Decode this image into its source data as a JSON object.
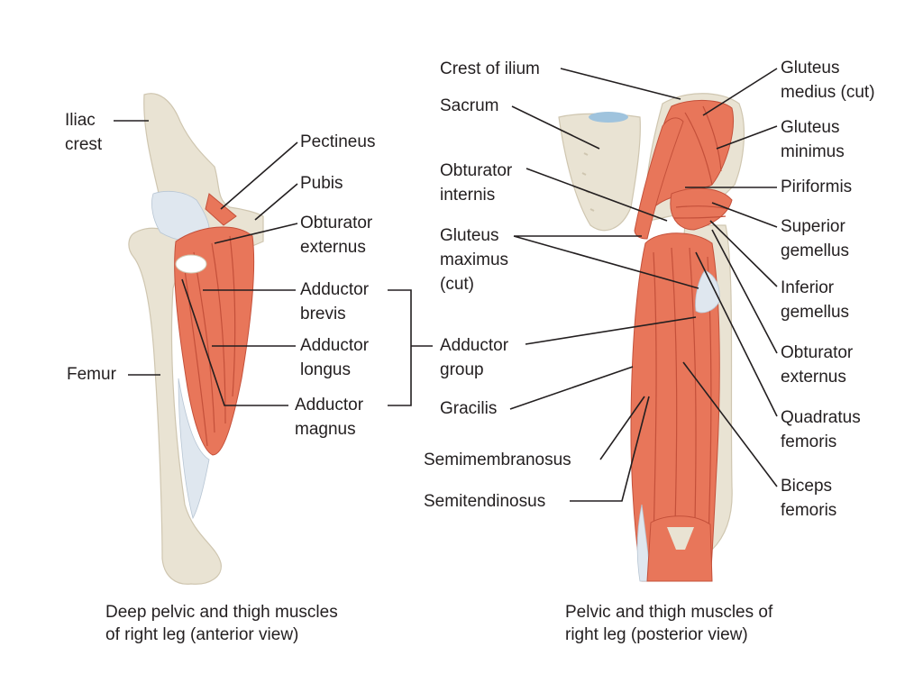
{
  "colors": {
    "bone": "#e9e3d3",
    "bone_edge": "#cfc6b0",
    "muscle": "#e8765a",
    "muscle_dark": "#c4503a",
    "tendon": "#dfe7ef",
    "line": "#231f20"
  },
  "anterior": {
    "caption": [
      "Deep pelvic and thigh muscles",
      "of right leg (anterior view)"
    ],
    "labels": {
      "iliac_crest": [
        "Iliac",
        "crest"
      ],
      "pectineus": [
        "Pectineus"
      ],
      "pubis": [
        "Pubis"
      ],
      "obturator_externus": [
        "Obturator",
        "externus"
      ],
      "adductor_brevis": [
        "Adductor",
        "brevis"
      ],
      "adductor_longus": [
        "Adductor",
        "longus"
      ],
      "adductor_magnus": [
        "Adductor",
        "magnus"
      ],
      "femur": [
        "Femur"
      ]
    }
  },
  "adductor_group": [
    "Adductor",
    "group"
  ],
  "posterior": {
    "caption": [
      "Pelvic and thigh muscles of",
      "right leg (posterior view)"
    ],
    "labels": {
      "crest_of_ilium": [
        "Crest of ilium"
      ],
      "sacrum": [
        "Sacrum"
      ],
      "obturator_internis": [
        "Obturator",
        "internis"
      ],
      "gluteus_maximus": [
        "Gluteus",
        "maximus",
        "(cut)"
      ],
      "gracilis": [
        "Gracilis"
      ],
      "semimembranosus": [
        "Semimembranosus"
      ],
      "semitendinosus": [
        "Semitendinosus"
      ],
      "gluteus_medius": [
        "Gluteus",
        "medius (cut)"
      ],
      "gluteus_minimus": [
        "Gluteus",
        "minimus"
      ],
      "piriformis": [
        "Piriformis"
      ],
      "superior_gemellus": [
        "Superior",
        "gemellus"
      ],
      "inferior_gemellus": [
        "Inferior",
        "gemellus"
      ],
      "obturator_externus": [
        "Obturator",
        "externus"
      ],
      "quadratus_femoris": [
        "Quadratus",
        "femoris"
      ],
      "biceps_femoris": [
        "Biceps",
        "femoris"
      ]
    }
  }
}
